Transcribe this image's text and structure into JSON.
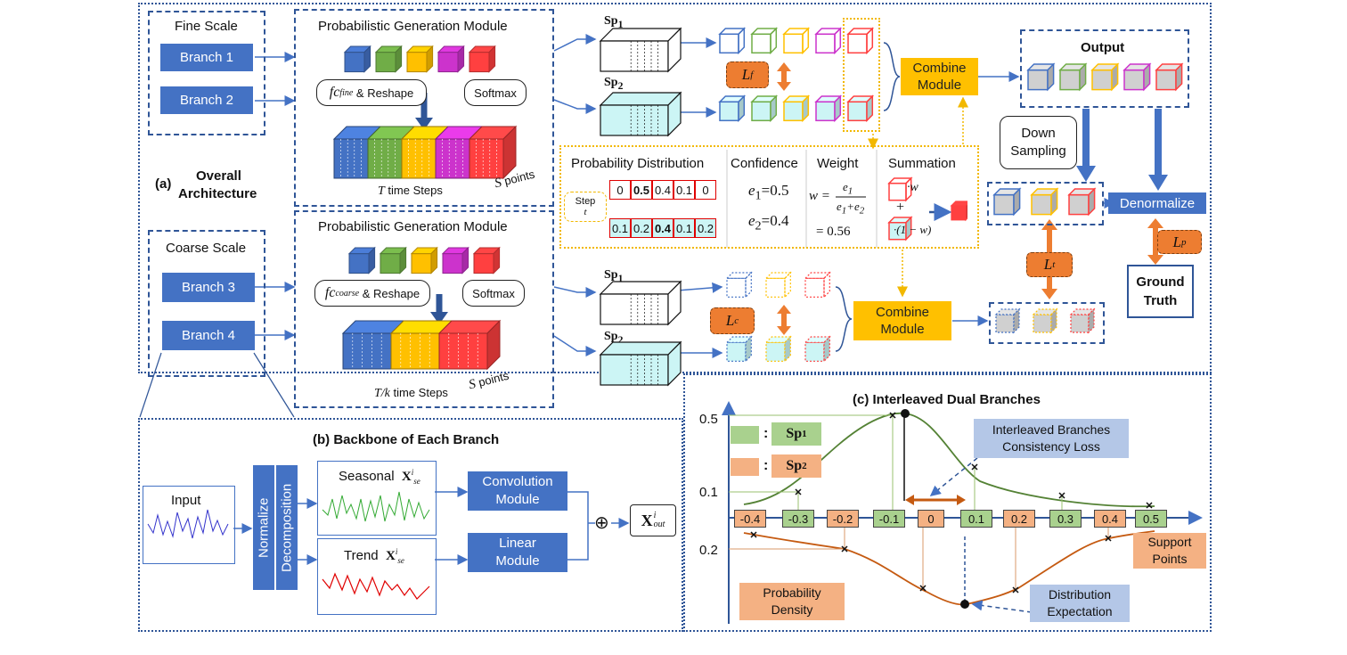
{
  "arch": {
    "fine_scale": "Fine Scale",
    "coarse_scale": "Coarse Scale",
    "branches": [
      "Branch 1",
      "Branch 2",
      "Branch 3",
      "Branch 4"
    ],
    "pgm_title": "Probabilistic Generation Module",
    "fc_fine": "fc",
    "fc_fine_sub": "fine",
    "fc_coarse": "fc",
    "fc_coarse_sub": "coarse",
    "reshape": "& Reshape",
    "softmax": "Softmax",
    "t_steps": "time Steps",
    "t_symbol": "T",
    "tk_symbol": "T/k",
    "s_symbol": "S",
    "s_points": "points",
    "overall_label": "(a)",
    "overall_title_1": "Overall",
    "overall_title_2": "Architecture",
    "sp1": "Sp",
    "sp1_sub": "1",
    "sp2": "Sp",
    "sp2_sub": "2",
    "lf": "L",
    "lf_sub": "f",
    "lc": "L",
    "lc_sub": "c",
    "lt": "L",
    "lt_sub": "t",
    "lp": "L",
    "lp_sub": "p",
    "combine_1": "Combine",
    "combine_2": "Module",
    "output": "Output",
    "down_1": "Down",
    "down_2": "Sampling",
    "denormalize": "Denormalize",
    "gt_1": "Ground",
    "gt_2": "Truth"
  },
  "detail": {
    "h_prob": "Probability Distribution",
    "h_conf": "Confidence",
    "h_weight": "Weight",
    "h_sum": "Summation",
    "step": "Step",
    "step_t": "t",
    "row1": [
      "0",
      "0.5",
      "0.4",
      "0.1",
      "0"
    ],
    "row2": [
      "0.1",
      "0.2",
      "0.4",
      "0.1",
      "0.2"
    ],
    "e1": "e",
    "e1_sub": "1",
    "e1_val": "=0.5",
    "e2": "e",
    "e2_sub": "2",
    "e2_val": "=0.4",
    "w_lhs": "w =",
    "w_value": "= 0.56",
    "dot_w": "·w",
    "plus": "+",
    "one_minus_w": "·(1 − w)"
  },
  "backbone": {
    "title": "(b) Backbone of Each Branch",
    "input": "Input",
    "normalize": "Normalize",
    "decomposition": "Decomposition",
    "seasonal": "Seasonal",
    "trend": "Trend",
    "x_symbol": "X",
    "x_sup": "i",
    "x_sub_se": "se",
    "x_sub_out": "out",
    "conv_1": "Convolution",
    "conv_2": "Module",
    "linear_1": "Linear",
    "linear_2": "Module",
    "oplus": "⊕"
  },
  "dual": {
    "title": "(c) Interleaved Dual Branches",
    "y_labels": [
      "0.5",
      "0.1",
      "0.2"
    ],
    "legend_sp1": "Sp",
    "legend_sp1_sub": "1",
    "legend_sp2": "Sp",
    "legend_sp2_sub": "2",
    "legend_colon": ":",
    "ticks": [
      "-0.4",
      "-0.3",
      "-0.2",
      "-0.1",
      "0",
      "0.1",
      "0.2",
      "0.3",
      "0.4",
      "0.5"
    ],
    "consistency_1": "Interleaved Branches",
    "consistency_2": "Consistency Loss",
    "support_1": "Support",
    "support_2": "Points",
    "density_1": "Probability",
    "density_2": "Density",
    "expect_1": "Distribution",
    "expect_2": "Expectation"
  },
  "colors": {
    "blue_box": "#4472c4",
    "frame": "#2f5597",
    "orange": "#ffc000",
    "loss": "#ed7d31",
    "green_curve": "#548235",
    "orange_curve": "#c55a11",
    "cube_palette": [
      "#4472c4",
      "#70ad47",
      "#ffc000",
      "#cc33cc",
      "#ff4040"
    ]
  }
}
